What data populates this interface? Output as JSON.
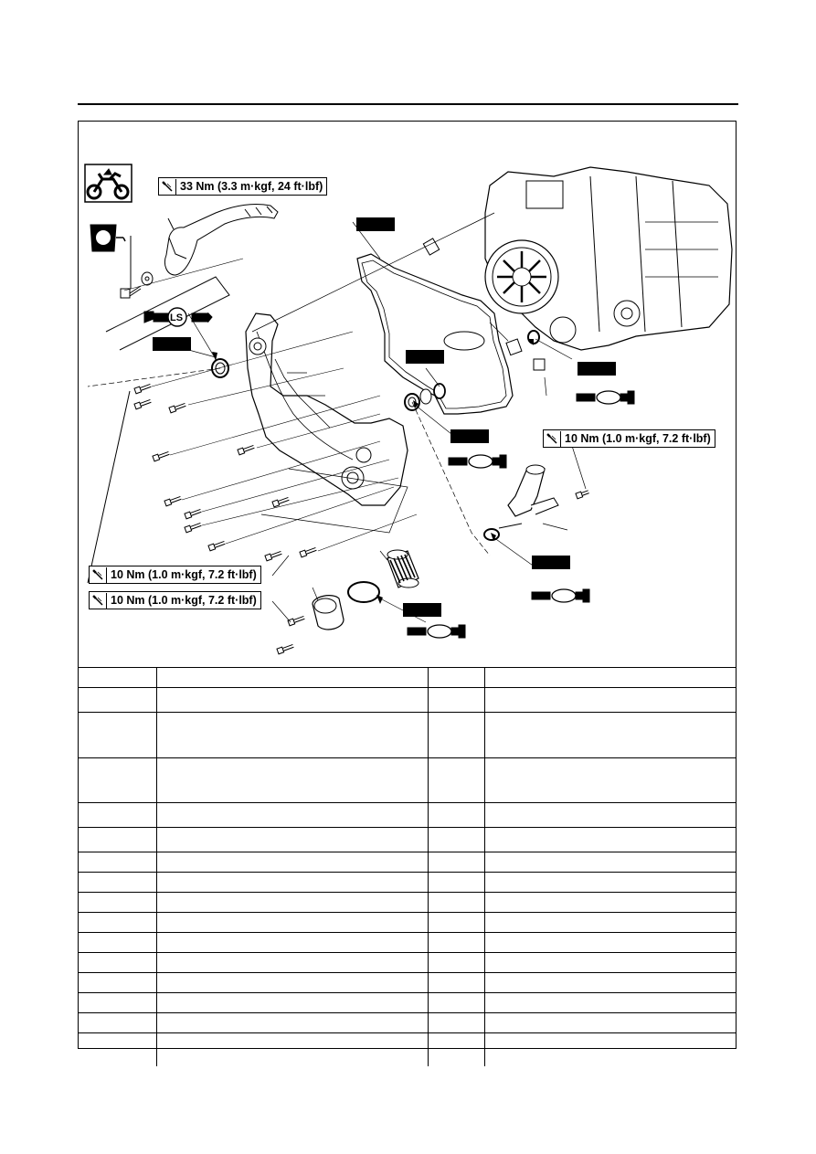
{
  "torque_specs": {
    "kickstarter_bolt": "33 Nm (3.3 m·kgf, 24 ft·lbf)",
    "water_pipe_bolt": "10 Nm (1.0 m·kgf, 7.2 ft·lbf)",
    "crankcase_cover_bolts": "10 Nm (1.0 m·kgf, 7.2 ft·lbf)",
    "oil_filter_cover_bolts": "10 Nm (1.0 m·kgf, 7.2 ft·lbf)"
  },
  "lubricant_label": "LS",
  "icons": [
    "offroad-motorcycle-icon",
    "threadlock-icon",
    "torque-wrench-icon",
    "grease-gun-icon",
    "oil-can-icon"
  ],
  "parts_table": {
    "rows": 16
  }
}
